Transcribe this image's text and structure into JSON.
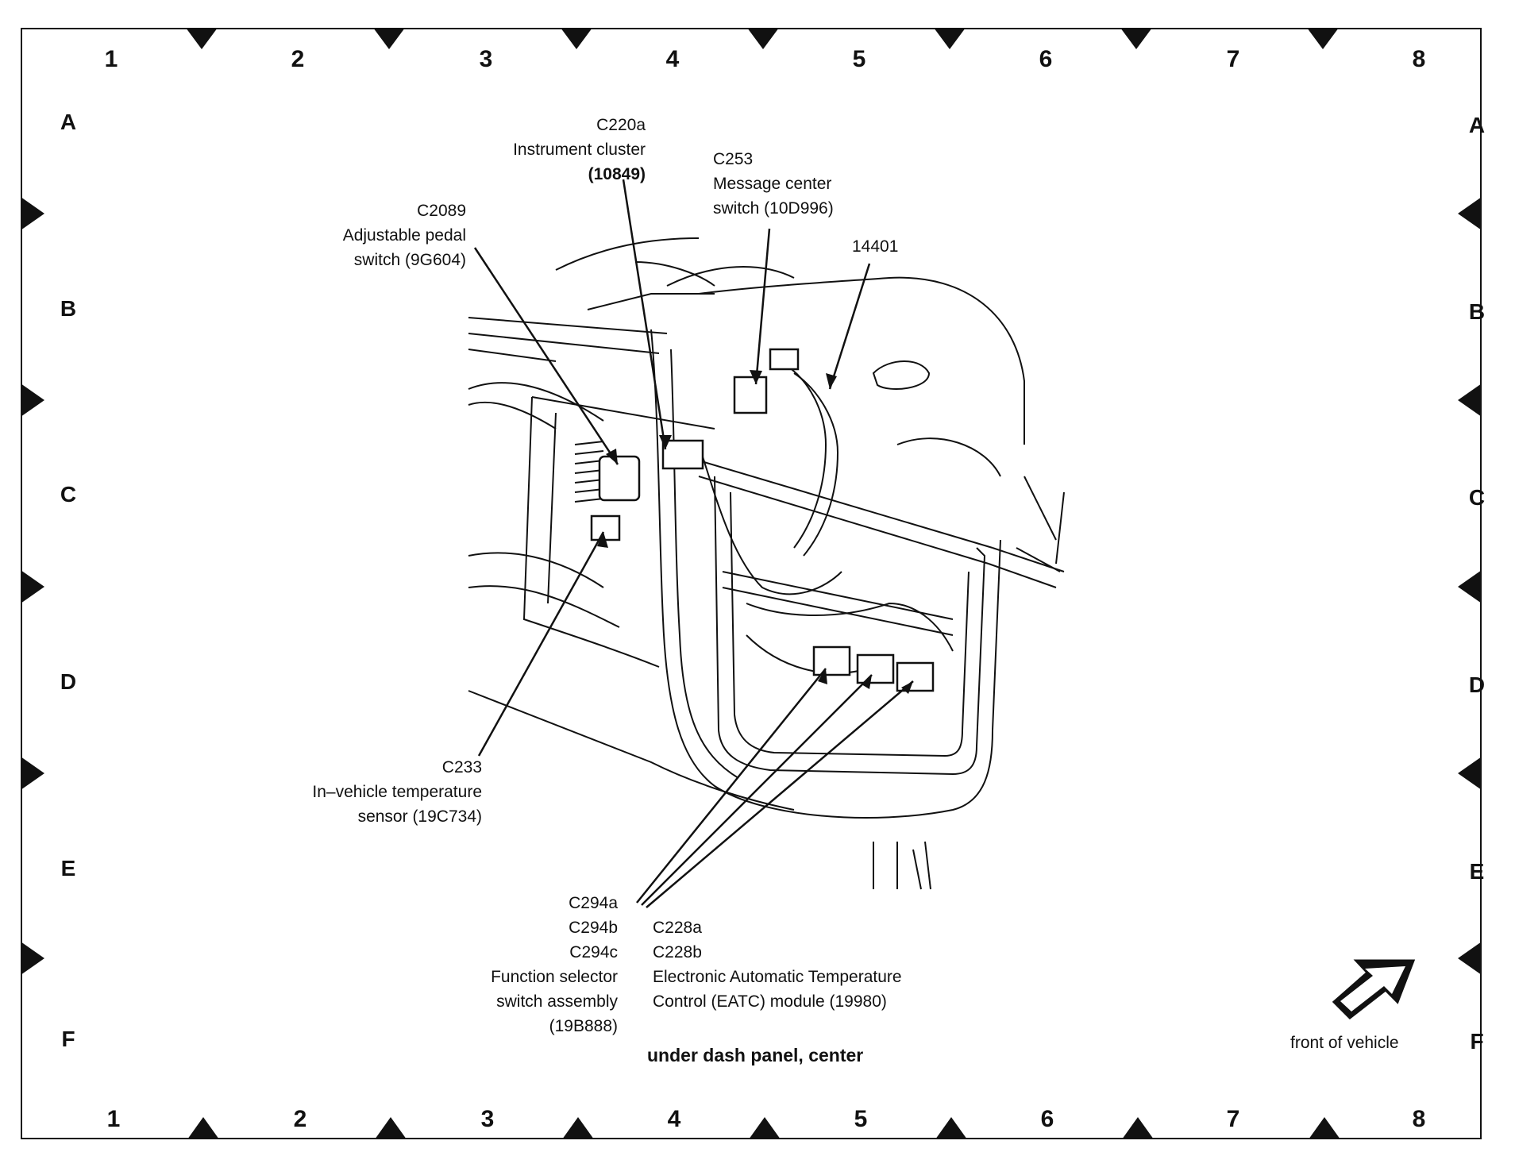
{
  "grid": {
    "columns": [
      "1",
      "2",
      "3",
      "4",
      "5",
      "6",
      "7",
      "8"
    ],
    "rows": [
      "A",
      "B",
      "C",
      "D",
      "E",
      "F"
    ]
  },
  "callouts": {
    "c220a": {
      "code": "C220a",
      "desc": "Instrument cluster",
      "part": "(10849)"
    },
    "c253": {
      "code": "C253",
      "desc": "Message center",
      "part": "switch (10D996)"
    },
    "c2089": {
      "code": "C2089",
      "desc": "Adjustable pedal",
      "part": "switch (9G604)"
    },
    "h14401": {
      "code": "14401"
    },
    "c233": {
      "code": "C233",
      "desc": "In–vehicle temperature",
      "part": "sensor (19C734)"
    },
    "c294": {
      "codes": [
        "C294a",
        "C294b",
        "C294c"
      ],
      "desc1": "Function selector",
      "desc2": "switch assembly",
      "part": "(19B888)"
    },
    "c228": {
      "codes": [
        "C228a",
        "C228b"
      ],
      "desc1": "Electronic Automatic Temperature",
      "desc2": "Control (EATC) module (19980)"
    }
  },
  "caption": "under dash panel, center",
  "orientation_label": "front of vehicle",
  "icons": [
    "front-arrow-icon"
  ],
  "colors": {
    "ink": "#111111",
    "paper": "#ffffff"
  }
}
